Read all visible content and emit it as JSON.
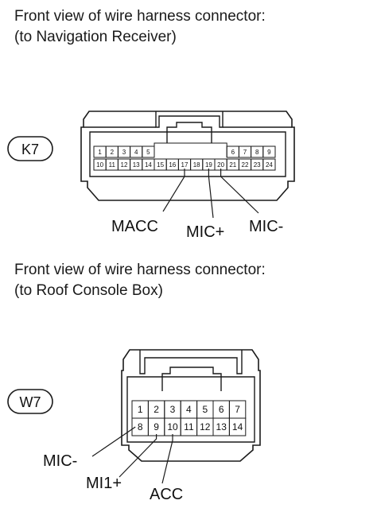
{
  "captions": {
    "k7": [
      "Front view of wire harness connector:",
      "(to Navigation Receiver)"
    ],
    "w7": [
      "Front view of wire harness connector:",
      "(to Roof Console Box)"
    ]
  },
  "connectors": {
    "k7": {
      "id": "K7",
      "row1_left": [
        "1",
        "2",
        "3",
        "4",
        "5"
      ],
      "row1_right": [
        "6",
        "7",
        "8",
        "9"
      ],
      "row2": [
        "10",
        "11",
        "12",
        "13",
        "14",
        "15",
        "16",
        "17",
        "18",
        "19",
        "20",
        "21",
        "22",
        "23",
        "24"
      ],
      "signals": [
        {
          "name": "MACC",
          "pin": "17"
        },
        {
          "name": "MIC+",
          "pin": "19"
        },
        {
          "name": "MIC-",
          "pin": "20"
        }
      ]
    },
    "w7": {
      "id": "W7",
      "row1": [
        "1",
        "2",
        "3",
        "4",
        "5",
        "6",
        "7"
      ],
      "row2": [
        "8",
        "9",
        "10",
        "11",
        "12",
        "13",
        "14"
      ],
      "signals": [
        {
          "name": "MIC-",
          "pin": "8"
        },
        {
          "name": "MI1+",
          "pin": "9"
        },
        {
          "name": "ACC",
          "pin": "10"
        }
      ]
    }
  },
  "colors": {
    "line": "#1a1a1a",
    "background": "#ffffff"
  }
}
